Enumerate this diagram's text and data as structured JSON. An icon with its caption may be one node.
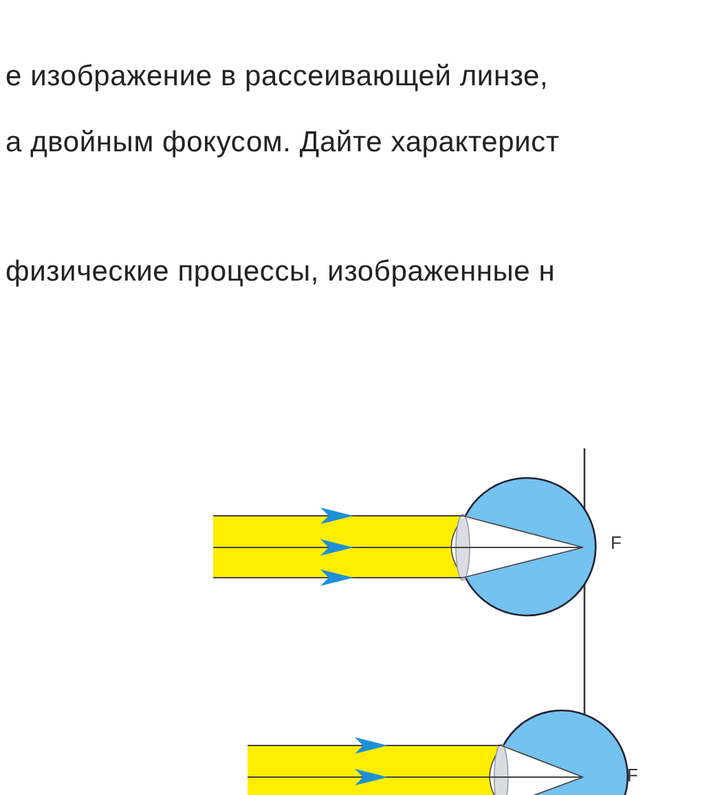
{
  "diagram": {
    "labels": [
      "е изображение в рассеивающей линзе,",
      "а двойным фокусом. Дайте характерист",
      "физические процессы, изображенные н",
      "F",
      "F"
    ]
  }
}
